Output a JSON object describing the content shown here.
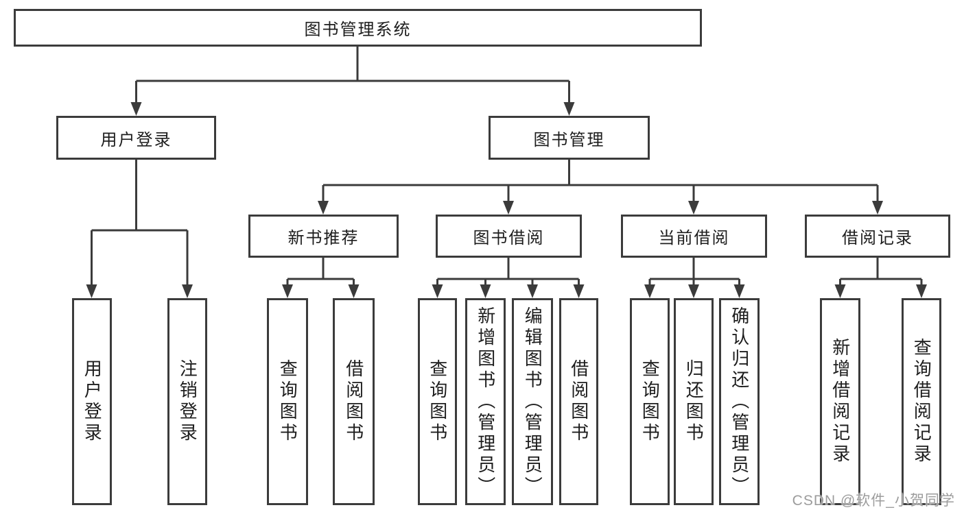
{
  "diagram": {
    "root": {
      "label": "图书管理系统"
    },
    "branches": [
      {
        "label": "用户登录",
        "children": [
          {
            "label": "用户登录"
          },
          {
            "label": "注销登录"
          }
        ]
      },
      {
        "label": "图书管理",
        "children": [
          {
            "label": "新书推荐",
            "children": [
              {
                "label": "查询图书"
              },
              {
                "label": "借阅图书"
              }
            ]
          },
          {
            "label": "图书借阅",
            "children": [
              {
                "label": "查询图书"
              },
              {
                "label": "新增图书（管理员）"
              },
              {
                "label": "编辑图书（管理员）"
              },
              {
                "label": "借阅图书"
              }
            ]
          },
          {
            "label": "当前借阅",
            "children": [
              {
                "label": "查询图书"
              },
              {
                "label": "归还图书"
              },
              {
                "label": "确认归还（管理员）"
              }
            ]
          },
          {
            "label": "借阅记录",
            "children": [
              {
                "label": "新增借阅记录"
              },
              {
                "label": "查询借阅记录"
              }
            ]
          }
        ]
      }
    ]
  },
  "watermark": {
    "text": "CSDN @软件_小贺同学"
  },
  "colors": {
    "line": "#3b3b3b",
    "box_border": "#3b3b3b",
    "text": "#1d1d1d",
    "watermark": "#9c9c9c",
    "background": "#ffffff"
  }
}
